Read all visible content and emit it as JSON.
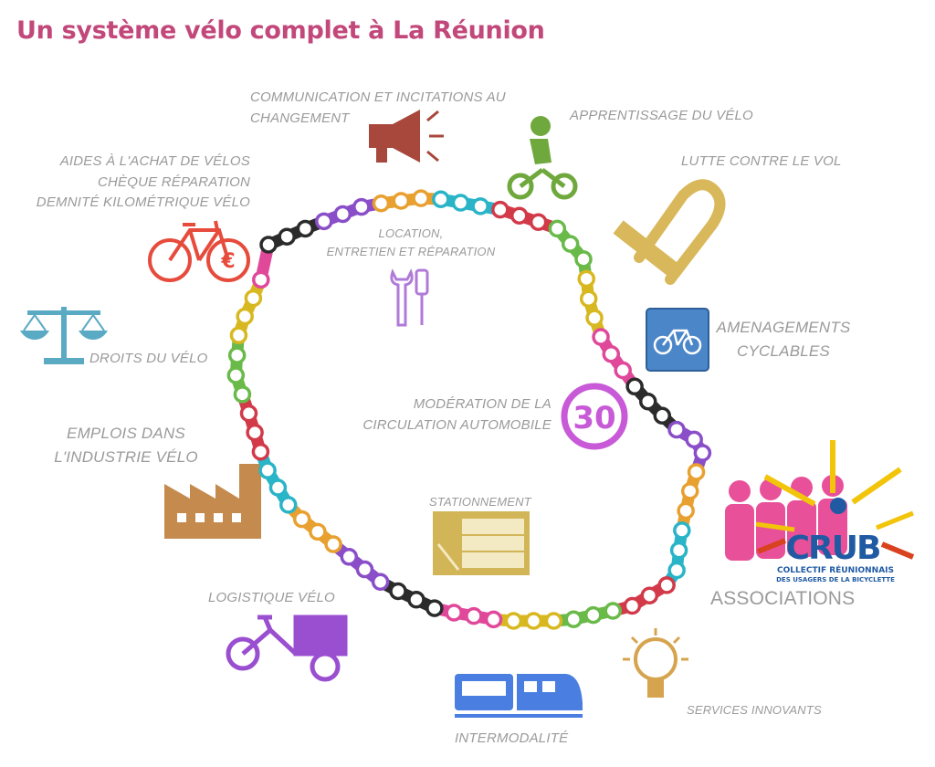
{
  "title": "Un système vélo complet à La Réunion",
  "items": {
    "communication": [
      "COMMUNICATION ET INCITATIONS AU",
      "CHANGEMENT"
    ],
    "apprentissage": "APPRENTISSAGE DU VÉLO",
    "vol": "LUTTE CONTRE LE VOL",
    "aides": [
      "AIDES À L'ACHAT DE VÉLOS",
      "CHÈQUE RÉPARATION",
      "DEMNITÉ KILOMÉTRIQUE VÉLO"
    ],
    "location": [
      "LOCATION,",
      "ENTRETIEN ET RÉPARATION"
    ],
    "amenagements": [
      "AMENAGEMENTS",
      "CYCLABLES"
    ],
    "droits": "DROITS DU VÉLO",
    "moderation": [
      "MODÉRATION DE LA",
      "CIRCULATION AUTOMOBILE"
    ],
    "speed_limit": "30",
    "emplois": [
      "EMPLOIS DANS",
      "L'INDUSTRIE VÉLO"
    ],
    "stationnement": "STATIONNEMENT",
    "associations": "ASSOCIATIONS",
    "logistique": "LOGISTIQUE VÉLO",
    "services": "SERVICES INNOVANTS",
    "intermodalite": "INTERMODALITÉ"
  },
  "crub": {
    "logo_text": "CRUB",
    "subtitle_1": "COLLECTIF RÉUNIONNAIS",
    "subtitle_2": "DES USAGERS DE LA BICYCLETTE"
  },
  "colors": {
    "title": "#c2477a",
    "megaphone": "#a8483c",
    "green": "#6fa83c",
    "lock": "#d8b85a",
    "bike_red": "#e64b3c",
    "scale": "#5aaac4",
    "tools": "#b07ad8",
    "road_sign": "#4a86c8",
    "speed_ring": "#c85ad8",
    "factory": "#c48a4e",
    "parking": "#d2b556",
    "people": "#e8519a",
    "cargo": "#9a4ed0",
    "bulb": "#d6a44e",
    "train": "#4a7ee0"
  },
  "chain_colors": [
    "#2b2b2b",
    "#8a4ec8",
    "#e8a030",
    "#2ab4c8",
    "#d23a4a",
    "#6aba4a",
    "#d8b820",
    "#e0489a"
  ]
}
